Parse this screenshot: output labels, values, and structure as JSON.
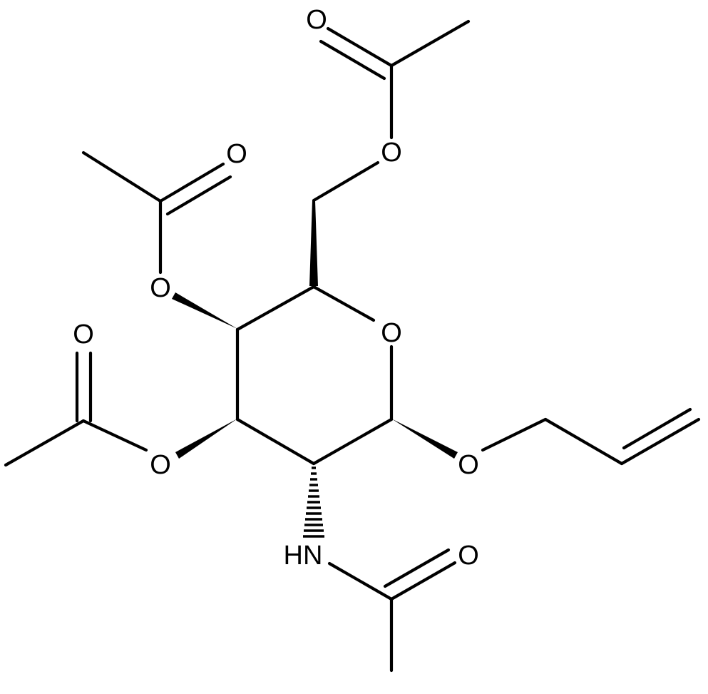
{
  "diagram": {
    "type": "chemical-structure",
    "atoms": {
      "o_carbonyl_top": "O",
      "o_ester_top": "O",
      "o_carbonyl_left": "O",
      "o_ester_c4": "O",
      "o_ring": "O",
      "o_carbonyl_lower_left": "O",
      "o_ester_c3": "O",
      "o_glycosidic": "O",
      "n_amide": "HN",
      "o_carbonyl_amide": "O"
    }
  }
}
